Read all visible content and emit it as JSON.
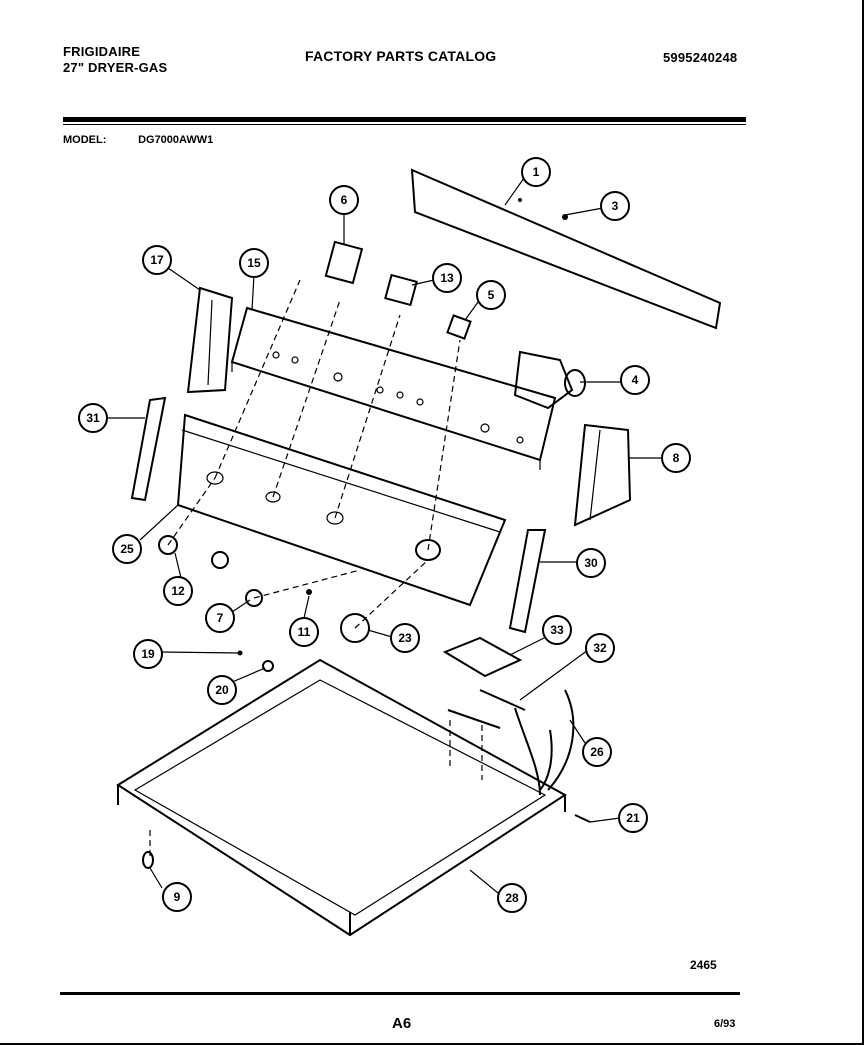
{
  "header": {
    "brand": "FRIGIDAIRE",
    "product": "27\" DRYER-GAS",
    "title": "FACTORY PARTS CATALOG",
    "catalog_number": "5995240248"
  },
  "model": {
    "label": "MODEL:",
    "value": "DG7000AWW1"
  },
  "callouts": [
    {
      "id": "1",
      "name": "callout-1"
    },
    {
      "id": "3",
      "name": "callout-3"
    },
    {
      "id": "4",
      "name": "callout-4"
    },
    {
      "id": "5",
      "name": "callout-5"
    },
    {
      "id": "6",
      "name": "callout-6"
    },
    {
      "id": "7",
      "name": "callout-7"
    },
    {
      "id": "8",
      "name": "callout-8"
    },
    {
      "id": "9",
      "name": "callout-9"
    },
    {
      "id": "11",
      "name": "callout-11"
    },
    {
      "id": "12",
      "name": "callout-12"
    },
    {
      "id": "13",
      "name": "callout-13"
    },
    {
      "id": "15",
      "name": "callout-15"
    },
    {
      "id": "17",
      "name": "callout-17"
    },
    {
      "id": "19",
      "name": "callout-19"
    },
    {
      "id": "20",
      "name": "callout-20"
    },
    {
      "id": "21",
      "name": "callout-21"
    },
    {
      "id": "23",
      "name": "callout-23"
    },
    {
      "id": "25",
      "name": "callout-25"
    },
    {
      "id": "26",
      "name": "callout-26"
    },
    {
      "id": "28",
      "name": "callout-28"
    },
    {
      "id": "30",
      "name": "callout-30"
    },
    {
      "id": "31",
      "name": "callout-31"
    },
    {
      "id": "32",
      "name": "callout-32"
    },
    {
      "id": "33",
      "name": "callout-33"
    }
  ],
  "footer": {
    "drawing_number": "2465",
    "page": "A6",
    "date": "6/93"
  }
}
